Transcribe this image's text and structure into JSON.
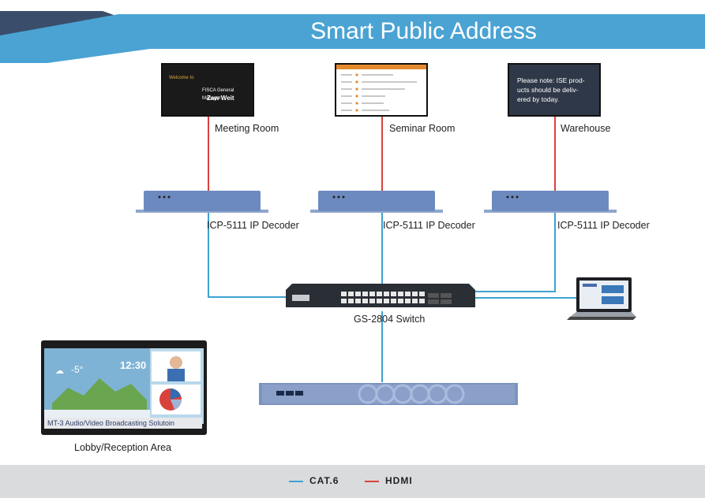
{
  "title": "Smart Public Address",
  "colors": {
    "header_blue": "#4aa3d3",
    "header_dark": "#3a4d6a",
    "cat6": "#3fa2cf",
    "hdmi": "#d9423b",
    "device_blue": "#6d8ac0"
  },
  "rooms": [
    {
      "name": "Meeting Room",
      "screen": {
        "line1": "Welcome to",
        "line2": "FISCA General Manager",
        "line3": "Zaw Weit"
      }
    },
    {
      "name": "Seminar Room"
    },
    {
      "name": "Warehouse",
      "screen": {
        "message": "Please note: ISE prod-\nucts should be deliv-\nered by today."
      }
    }
  ],
  "decoder_label": "ICP-5111 IP Decoder",
  "switch_label": "GS-2804 Switch",
  "lobby": {
    "label": "Lobby/Reception Area",
    "banner": "MT-3 Audio/Video Broadcasting Solutoin",
    "clock": "12:30",
    "temperature": "-5°"
  },
  "legend": {
    "cat6": "CAT.6",
    "hdmi": "HDMI"
  }
}
